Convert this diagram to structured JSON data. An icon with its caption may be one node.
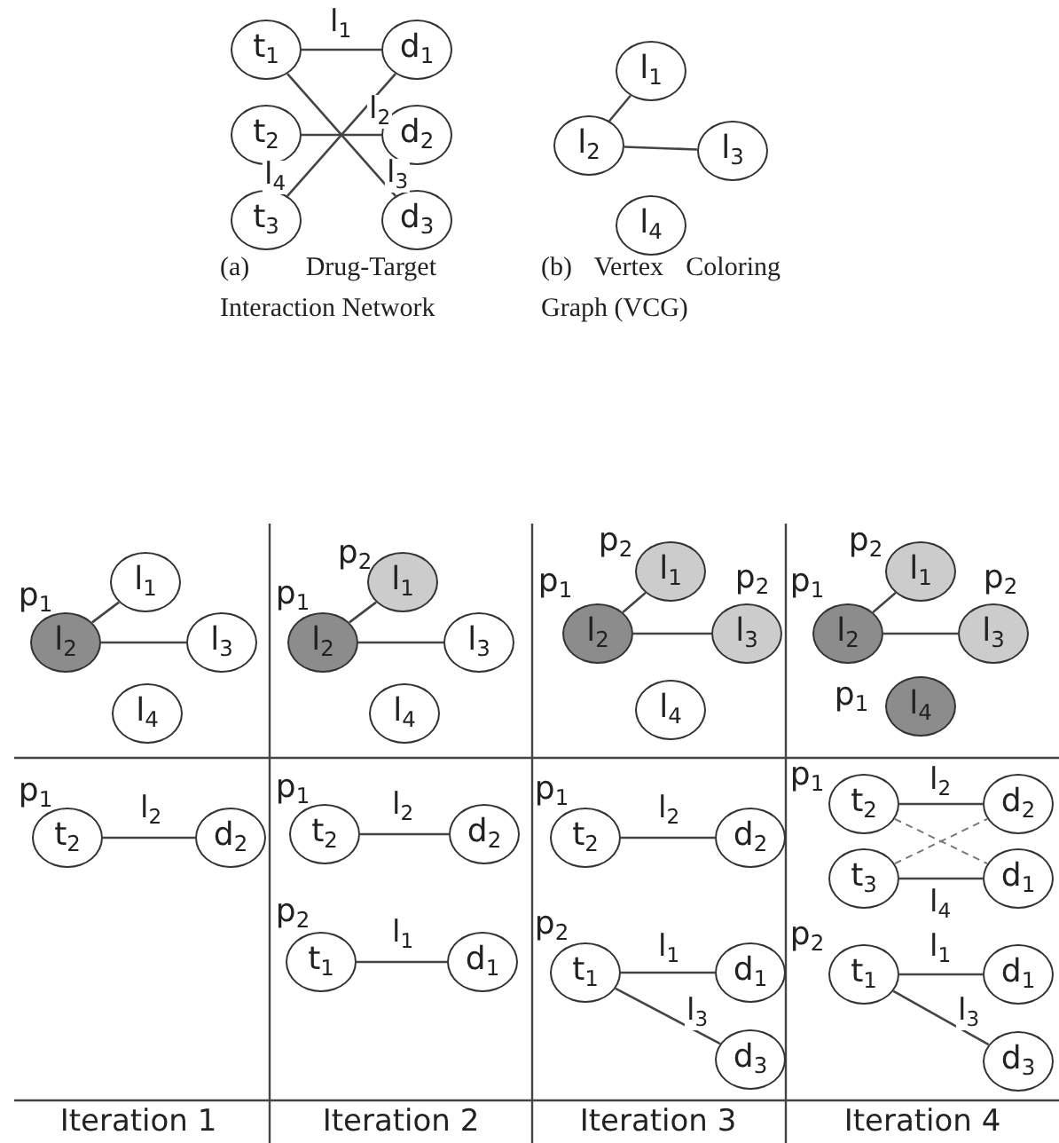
{
  "diagram": {
    "nodes": [
      {
        "text": [
          "t$_{1}$"
        ]
      },
      {
        "text": [
          "d$_{1}$"
        ]
      },
      {
        "text": [
          "t$_{2}$"
        ]
      },
      {
        "text": [
          "d$_{2}$"
        ]
      },
      {
        "text": [
          "t$_{3}$"
        ]
      },
      {
        "text": [
          "d$_{3}$"
        ]
      },
      {
        "text": [
          "l$_{1}$"
        ]
      },
      {
        "text": [
          "l$_{2}$"
        ]
      },
      {
        "text": [
          "l$_{3}$"
        ]
      },
      {
        "text": [
          "l$_{4}$"
        ]
      },
      {
        "text": [
          "l$_{1}$"
        ]
      },
      {
        "text": [
          "l$_{2}$"
        ],
        "beside": [
          "p$_{1}$"
        ]
      },
      {
        "text": [
          "l$_{3}$"
        ]
      },
      {
        "text": [
          "l$_{4}$"
        ]
      },
      {
        "text": [
          "l$_{1}$"
        ],
        "beside": [
          "p$_{2}$"
        ]
      },
      {
        "text": [
          "l$_{2}$"
        ],
        "beside": [
          "p$_{1}$"
        ]
      },
      {
        "text": [
          "l$_{3}$"
        ]
      },
      {
        "text": [
          "l$_{4}$"
        ]
      },
      {
        "text": [
          "l$_{1}$"
        ],
        "beside": [
          "p$_{2}$"
        ]
      },
      {
        "text": [
          "l$_{2}$"
        ],
        "beside": [
          "p$_{1}$"
        ]
      },
      {
        "text": [
          "l$_{3}$"
        ],
        "beside": [
          "p$_{2}$"
        ]
      },
      {
        "text": [
          "l$_{4}$"
        ]
      },
      {
        "text": [
          "l$_{1}$"
        ],
        "beside": [
          "p$_{2}$"
        ]
      },
      {
        "text": [
          "l$_{2}$"
        ],
        "beside": [
          "p$_{1}$"
        ]
      },
      {
        "text": [
          "l$_{3}$"
        ],
        "beside": [
          "p$_{2}$"
        ]
      },
      {
        "text": [
          "l$_{4}$"
        ],
        "beside": [
          "p$_{1}$"
        ]
      },
      {
        "text": [
          "t$_{2}$"
        ],
        "beside": [
          "p$_{1}$"
        ]
      },
      {
        "text": [
          "d$_{2}$"
        ]
      },
      {
        "text": [
          "t$_{2}$"
        ],
        "beside": [
          "p$_{1}$"
        ]
      },
      {
        "text": [
          "d$_{2}$"
        ]
      },
      {
        "text": [
          "t$_{1}$"
        ],
        "beside": [
          "p$_{2}$"
        ]
      },
      {
        "text": [
          "d$_{1}$"
        ]
      },
      {
        "text": [
          "t$_{2}$"
        ],
        "beside": [
          "p$_{1}$"
        ]
      },
      {
        "text": [
          "d$_{2}$"
        ]
      },
      {
        "text": [
          "t$_{1}$"
        ],
        "beside": [
          "p$_{2}$"
        ]
      },
      {
        "text": [
          "d$_{1}$"
        ]
      },
      {
        "text": [
          "d$_{3}$"
        ]
      },
      {
        "text": [
          "t$_{2}$"
        ],
        "beside": [
          "p$_{1}$"
        ]
      },
      {
        "text": [
          "d$_{2}$"
        ]
      },
      {
        "text": [
          "t$_{3}$"
        ]
      },
      {
        "text": [
          "d$_{1}$"
        ]
      },
      {
        "text": [
          "t$_{1}$"
        ],
        "beside": [
          "p$_{2}$"
        ]
      },
      {
        "text": [
          "d$_{1}$"
        ]
      },
      {
        "text": [
          "d$_{3}$"
        ]
      }
    ],
    "edges": [
      {
        "from": 0,
        "to": 1,
        "arrow": "none",
        "label": "l$_{1}$"
      },
      {
        "from": 0,
        "to": 5,
        "arrow": "none",
        "label": "l$_{3}$"
      },
      {
        "from": 2,
        "to": 3,
        "arrow": "none",
        "label": "l$_{2}$"
      },
      {
        "from": 4,
        "to": 1,
        "arrow": "none",
        "label": "l$_{4}$"
      },
      {
        "from": 7,
        "to": 6,
        "arrow": "none"
      },
      {
        "from": 7,
        "to": 8,
        "arrow": "none"
      },
      {
        "from": 11,
        "to": 10,
        "arrow": "none"
      },
      {
        "from": 11,
        "to": 12,
        "arrow": "none"
      },
      {
        "from": 15,
        "to": 14,
        "arrow": "none"
      },
      {
        "from": 15,
        "to": 16,
        "arrow": "none"
      },
      {
        "from": 19,
        "to": 18,
        "arrow": "none"
      },
      {
        "from": 19,
        "to": 20,
        "arrow": "none"
      },
      {
        "from": 23,
        "to": 22,
        "arrow": "none"
      },
      {
        "from": 23,
        "to": 24,
        "arrow": "none"
      },
      {
        "from": 26,
        "to": 27,
        "arrow": "none",
        "label": "l$_{2}$"
      },
      {
        "from": 28,
        "to": 29,
        "arrow": "none",
        "label": "l$_{2}$"
      },
      {
        "from": 30,
        "to": 31,
        "arrow": "none",
        "label": "l$_{1}$"
      },
      {
        "from": 32,
        "to": 33,
        "arrow": "none",
        "label": "l$_{2}$"
      },
      {
        "from": 34,
        "to": 35,
        "arrow": "none",
        "label": "l$_{1}$"
      },
      {
        "from": 34,
        "to": 36,
        "arrow": "none",
        "label": "l$_{3}$"
      },
      {
        "from": 37,
        "to": 38,
        "arrow": "none",
        "label": "l$_{2}$"
      },
      {
        "from": 37,
        "to": 40,
        "arrow": "none",
        "style": "dashed"
      },
      {
        "from": 39,
        "to": 38,
        "arrow": "none",
        "style": "dashed"
      },
      {
        "from": 39,
        "to": 40,
        "arrow": "none",
        "label": "l$_{4}$"
      },
      {
        "from": 41,
        "to": 42,
        "arrow": "none",
        "label": "l$_{1}$"
      },
      {
        "from": 41,
        "to": 43,
        "arrow": "none",
        "label": "l$_{3}$"
      }
    ],
    "labels": [
      "(a) Drug-Target Interaction Network",
      "(b) Vertex Coloring Graph (VCG)",
      "Iteration 1",
      "Iteration 2",
      "Iteration 3",
      "Iteration 4"
    ]
  }
}
